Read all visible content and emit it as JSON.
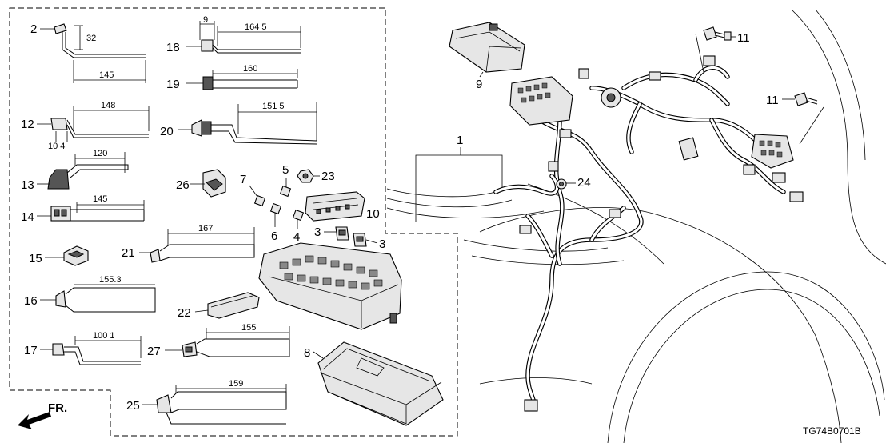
{
  "callouts": {
    "c1": "1",
    "c2": "2",
    "c3a": "3",
    "c3b": "3",
    "c4": "4",
    "c5": "5",
    "c6": "6",
    "c7": "7",
    "c8": "8",
    "c9": "9",
    "c10": "10",
    "c11a": "11",
    "c11b": "11",
    "c12": "12",
    "c13": "13",
    "c14": "14",
    "c15": "15",
    "c16": "16",
    "c17": "17",
    "c18": "18",
    "c19": "19",
    "c20": "20",
    "c21": "21",
    "c22": "22",
    "c23": "23",
    "c24": "24",
    "c25": "25",
    "c26": "26",
    "c27": "27"
  },
  "dimensions": {
    "d2_vert": "32",
    "d2_len": "145",
    "d18_small": "9",
    "d18_len": "164 5",
    "d19_len": "160",
    "d12_len": "148",
    "d12_small": "10 4",
    "d20_len": "151 5",
    "d13_len": "120",
    "d14_len": "145",
    "d21_len": "167",
    "d16_len": "155.3",
    "d17_len": "100 1",
    "d27_len": "155",
    "d25_len": "159"
  },
  "front_indicator": "FR.",
  "diagram_code": "TG74B0701B"
}
